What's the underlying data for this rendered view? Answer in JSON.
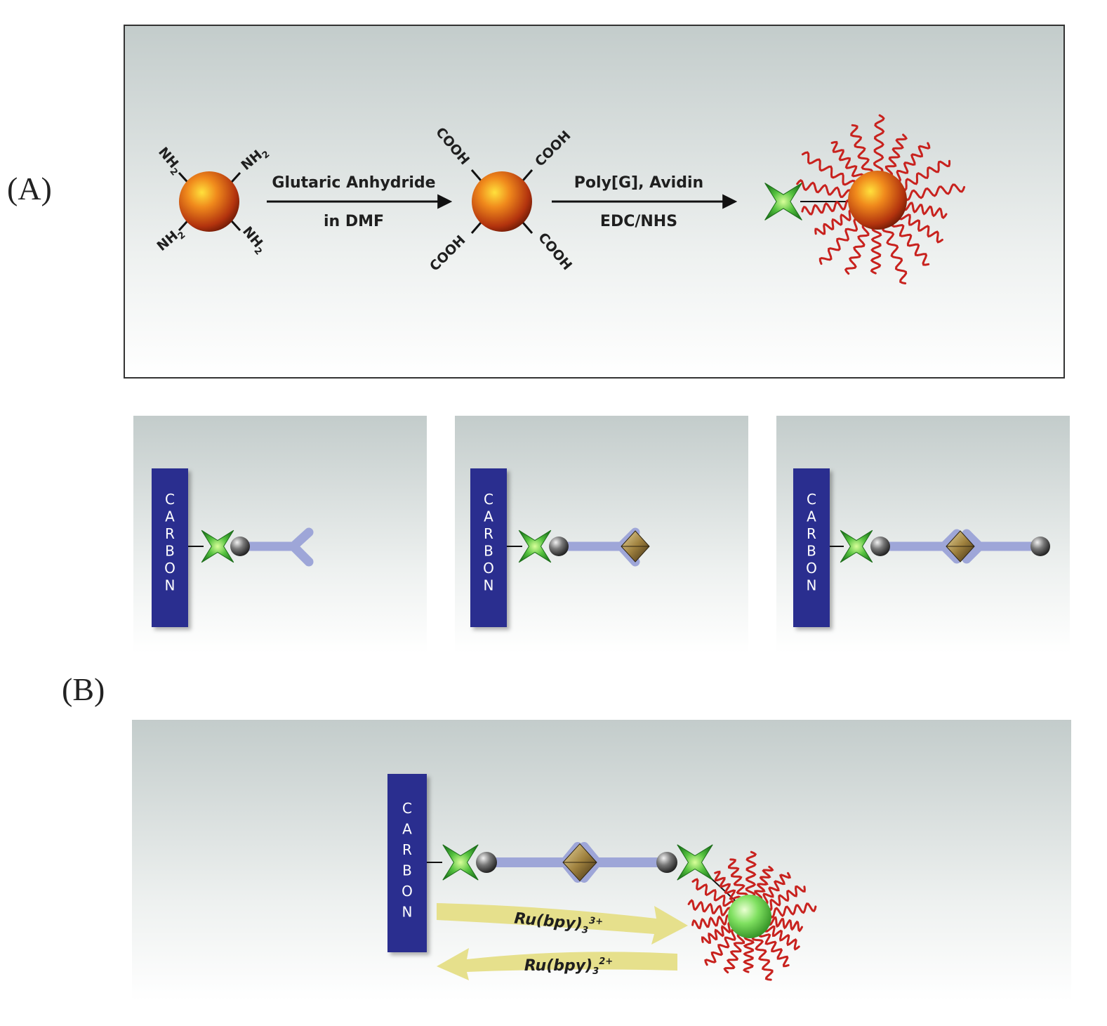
{
  "panel_a_label": "(A)",
  "panel_b_label": "(B)",
  "step1": {
    "top": "Glutaric Anhydride",
    "bottom": "in DMF"
  },
  "step2": {
    "top": "Poly[G], Avidin",
    "bottom": "EDC/NHS"
  },
  "amine_group": {
    "base": "NH",
    "sub": "2"
  },
  "carboxyl_group": "COOH",
  "electrode_label": "CARBON",
  "ru_forward": {
    "base": "Ru(bpy)",
    "sub": "3",
    "sup": "3+"
  },
  "ru_backward": {
    "base": "Ru(bpy)",
    "sub": "3",
    "sup": "2+"
  },
  "colors": {
    "electrode": "#2b2e8f",
    "sphere": "#d5661a",
    "green_star": "#3fb23a",
    "dna_strand": "#c8221e",
    "antibody": "#9ea6d8",
    "arrow_yellow": "#e6e08c"
  }
}
